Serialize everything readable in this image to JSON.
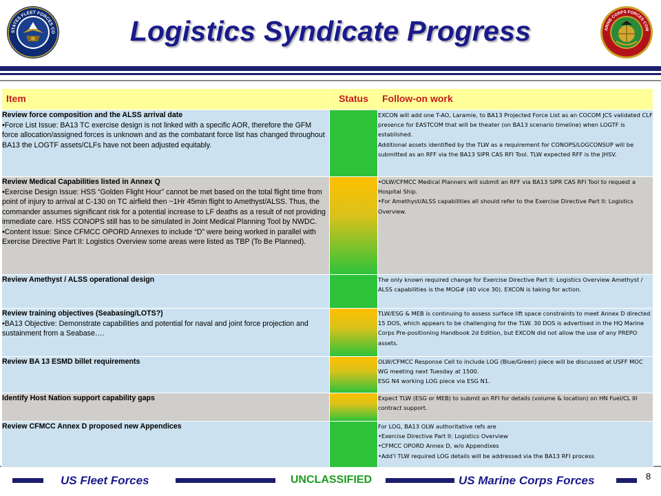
{
  "header": {
    "title": "Logistics Syndicate Progress",
    "left_seal_text": "UNITED STATES FLEET FORCES COMMAND",
    "right_seal_text": "U.S. MARINE CORPS FORCES COMMAND"
  },
  "table": {
    "columns": [
      "Item",
      "Status",
      "Follow-on work"
    ],
    "rows": [
      {
        "shade": "blue",
        "status": "green",
        "item_title": "Review force composition and the ALSS arrival date",
        "item_lines": [
          "•Force List Issue: BA13 TC exercise design is not linked with a specific AOR, therefore the GFM force allocation/assigned forces is unknown and as the combatant force list has changed throughout BA13 the LOGTF  assets/CLFs have not been adjusted equitably."
        ],
        "follow_lines": [
          "EXCON will add one T-AO, Laramie, to BA13 Projected Force List as an COCOM JCS validated CLF presence for EASTCOM that will be theater (on BA13 scenario timeline) when LOGTF is established.",
          "Additional assets identified by the TLW as a requirement for CONOPS/LOGCONSUP will be submitted as an RFF via the BA13 SIPR CAS RFI Tool. TLW expected RFF is the JHSV."
        ]
      },
      {
        "shade": "gray",
        "status": "yellow-green",
        "item_title": "Review Medical Capabilities listed in Annex Q",
        "item_lines": [
          "•Exercise Design Issue: HSS “Golden Flight Hour” cannot be met based on the total flight time from point of injury to arrival at C-130 on TC airfield then ~1Hr 45min flight to Amethyst/ALSS. Thus, the commander assumes significant risk for a potential increase to LF deaths as a result of not providing immediate care. HSS CONOPS still has to be simulated in Joint Medical Planning Tool by NWDC.",
          "•Content Issue:  Since CFMCC OPORD Annexes to include “D” were being worked in parallel with Exercise Directive Part II:  Logistics Overview some areas were listed as TBP (To Be Planned)."
        ],
        "follow_lines": [
          "•OLW/CFMCC Medical Planners will submit an RFF via BA13 SIPR CAS RFI Tool to request a Hospital Ship.",
          "•For Amethyst/ALSS capabilities all should refer to the Exercise Directive Part II: Logistics Overview."
        ]
      },
      {
        "shade": "blue",
        "status": "green",
        "item_title": "Review Amethyst / ALSS operational design",
        "item_lines": [],
        "follow_lines": [
          "The only known required change for Exercise Directive Part II: Logistics Overview Amethyst / ALSS capabilities is the MOG# (40 vice 30). EXCON is taking for action."
        ]
      },
      {
        "shade": "blue",
        "status": "yellow-green",
        "item_title": "Review training objectives (Seabasing/LOTS?)",
        "item_lines": [
          "•BA13 Objective: Demonstrate capabilities and potential for naval and joint force projection and sustainment from a Seabase…."
        ],
        "follow_lines": [
          "TLW/ESG & MEB is continuing to assess surface lift space constraints  to meet Annex D directed 15 DOS, which appears to be challenging for the TLW. 30 DOS is advertised in the HQ Marine Corps Pre-positioning Handbook  2d Edition, but EXCON did not allow the use of any PREPO assets."
        ]
      },
      {
        "shade": "blue",
        "status": "yellow-green",
        "item_title": "Review BA 13 ESMD billet requirements",
        "item_lines": [],
        "follow_lines": [
          "OLW/CFMCC Response Cell to include LOG (Blue/Green) piece will be discussed at USFF MOC WG meeting next Tuesday at 1500.",
          "ESG N4 working LOG piece via ESG N1."
        ]
      },
      {
        "shade": "gray",
        "status": "yellow-green",
        "item_title": "Identify Host Nation support capability gaps",
        "item_lines": [],
        "follow_lines": [
          "Expect TLW (ESG or MEB) to submit an RFI for details (volume & location) on HN Fuel/CL III contract support."
        ]
      },
      {
        "shade": "blue",
        "status": "green",
        "item_title": "Review CFMCC Annex D proposed new Appendices",
        "item_lines": [],
        "follow_lines": [
          "For LOG, BA13 OLW authoritative refs are",
          "•Exercise Directive Part II: Logistics Overview",
          "•CFMCC OPORD Annex D, w/o Appendixes",
          "•Add’l TLW required LOG details will be addressed via the BA13 RFI process"
        ]
      }
    ]
  },
  "footer": {
    "left": "US Fleet Forces",
    "center": "UNCLASSIFIED",
    "right": "US Marine Corps Forces",
    "page_number": "8"
  },
  "colors": {
    "title_blue": "#1a1a8c",
    "header_row_bg": "#ffff99",
    "header_row_text": "#c41a1a",
    "row_blue": "#cbe1ef",
    "row_gray": "#d0cecb",
    "status_green": "#2ec23a",
    "status_yellow": "#ffc000",
    "classification_green": "#1f9a1f"
  }
}
